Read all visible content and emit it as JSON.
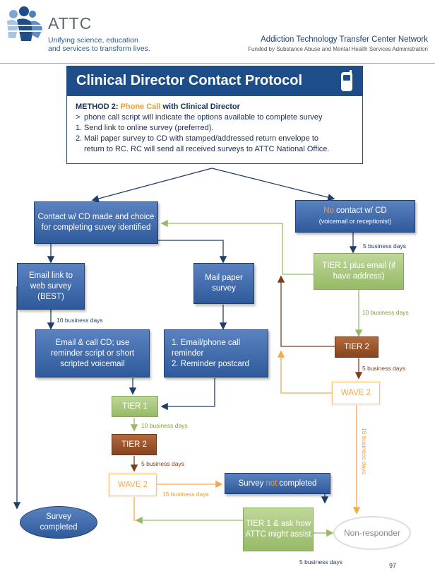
{
  "header": {
    "logo_text": "ATTC",
    "tagline_line1": "Unifying science, education",
    "tagline_line2": "and services to transform lives.",
    "org_name": "Addiction Technology Transfer Center Network",
    "funded_by": "Funded by Substance Abuse and Mental Health Services Administration"
  },
  "title": "Clinical Director Contact Protocol",
  "method": {
    "prefix": "METHOD 2: ",
    "highlight": "Phone Call",
    "suffix": " with Clinical Director",
    "items": [
      {
        "marker": ">",
        "text": "phone call script will indicate the options available to complete survey"
      },
      {
        "marker": "1.",
        "text": "Send link to online survey (preferred)."
      },
      {
        "marker": "2.",
        "text": "Mail paper survey to CD with stamped/addressed return envelope to"
      },
      {
        "marker": "",
        "text": "return to RC. RC will send all received surveys to ATTC National Office."
      }
    ]
  },
  "nodes": {
    "contact_made": "Contact w/ CD made and choice for completing suvey identified",
    "no_contact_no": "No",
    "no_contact_rest": " contact w/ CD",
    "no_contact_sub": "(voicemail or receptionist)",
    "email_link": "Email link to web survey (BEST)",
    "mail_paper": "Mail paper survey",
    "tier1_email": "TIER 1 plus email (if have address)",
    "email_call": "Email & call CD; use reminder script or short scripted voicemail",
    "reminder_1": "1. Email/phone call reminder",
    "reminder_2": "2. Reminder postcard",
    "tier2_right": "TIER 2",
    "wave2_right": "WAVE 2",
    "tier1_mid": "TIER 1",
    "tier2_mid": "TIER 2",
    "wave2_mid": "WAVE 2",
    "survey_not_pre": "Survey ",
    "survey_not_not": "not",
    "survey_not_post": " completed",
    "survey_completed": "Survey completed",
    "tier1_ask": "TIER 1 & ask how ATTC might assist",
    "non_responder": "Non-responder"
  },
  "labels": {
    "d5_top": "5 business days",
    "d10_right": "10 business days",
    "d10_left": "10 business days",
    "d5_brown_right": "5 business days",
    "d10_mid": "10 business days",
    "d5_brown_mid": "5 business days",
    "d15_mid": "15 business days",
    "d15_vertical": "15 business days",
    "d5_bottom": "5 business days"
  },
  "page_number": "97",
  "colors": {
    "navy": "#1d4e89",
    "orange": "#f29b2b",
    "green": "#96ba66",
    "brown": "#86441f"
  }
}
